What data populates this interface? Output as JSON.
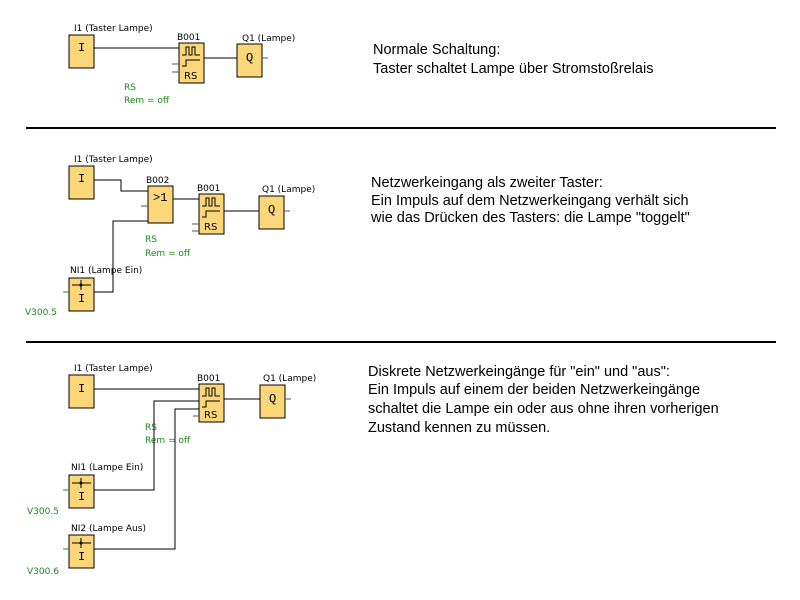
{
  "sections": [
    {
      "description": [
        "Normale Schaltung:",
        "Taster schaltet Lampe über Stromstoßrelais"
      ],
      "input_label": "I1 (Taster Lampe)",
      "input_symbol": "I",
      "relay_label": "B001",
      "relay_symbol": "RS",
      "output_label": "Q1 (Lampe)",
      "output_symbol": "Q",
      "param_rs": "RS",
      "param_rem": "Rem = off"
    },
    {
      "description": [
        "Netzwerkeingang als zweiter Taster:",
        "Ein Impuls auf dem Netzwerkeingang verhält sich",
        "wie das Drücken des Tasters: die Lampe \"toggelt\""
      ],
      "input_label": "I1 (Taster Lampe)",
      "input_symbol": "I",
      "or_label": "B002",
      "or_symbol": ">1",
      "relay_label": "B001",
      "relay_symbol": "RS",
      "output_label": "Q1 (Lampe)",
      "output_symbol": "Q",
      "param_rs": "RS",
      "param_rem": "Rem = off",
      "net1_label": "NI1 (Lampe Ein)",
      "net1_symbol": "I",
      "net1_addr": "V300.5"
    },
    {
      "description": [
        "Diskrete Netzwerkeingänge für \"ein\" und \"aus\":",
        "Ein Impuls auf einem der beiden Netzwerkeingänge",
        "schaltet die Lampe ein oder aus ohne ihren vorherigen",
        "Zustand kennen zu müssen."
      ],
      "input_label": "I1 (Taster Lampe)",
      "input_symbol": "I",
      "relay_label": "B001",
      "relay_symbol": "RS",
      "output_label": "Q1 (Lampe)",
      "output_symbol": "Q",
      "param_rs": "RS",
      "param_rem": "Rem = off",
      "net1_label": "NI1 (Lampe Ein)",
      "net1_symbol": "I",
      "net1_addr": "V300.5",
      "net2_label": "NI2 (Lampe Aus)",
      "net2_symbol": "I",
      "net2_addr": "V300.6"
    }
  ]
}
